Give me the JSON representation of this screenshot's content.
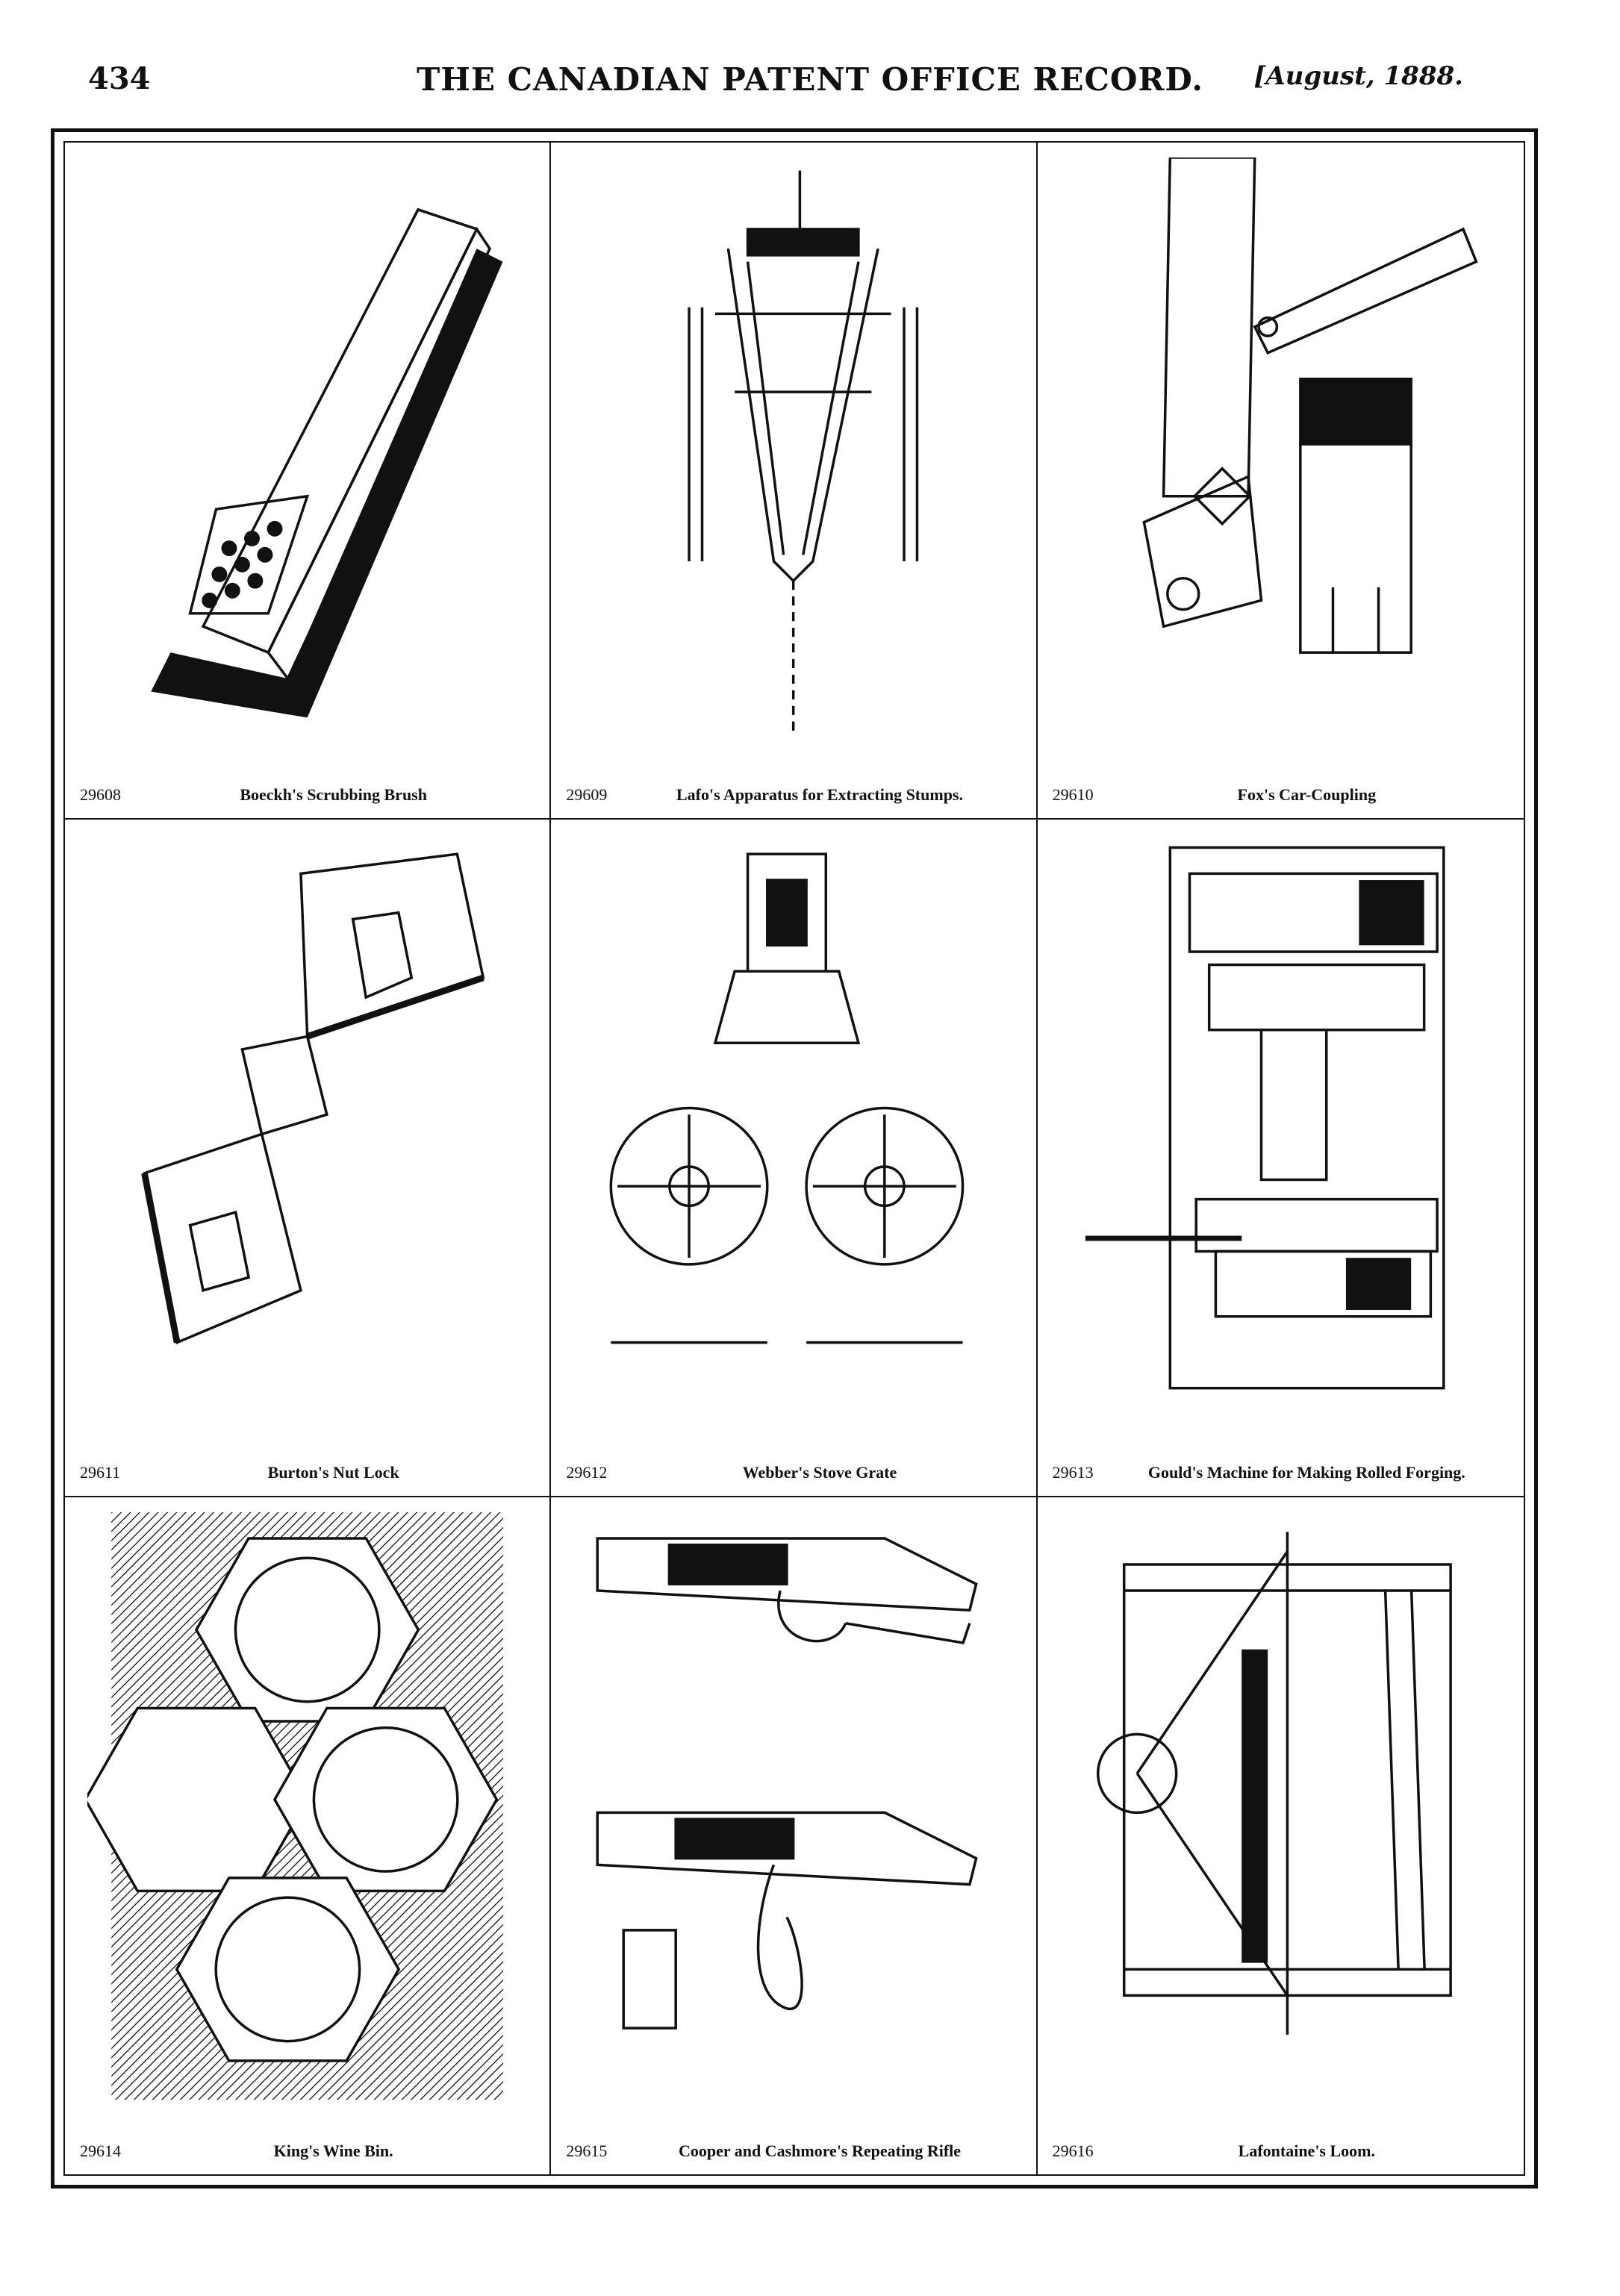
{
  "header": {
    "page_number": "434",
    "title": "THE CANADIAN PATENT OFFICE RECORD.",
    "date": "[August, 1888."
  },
  "plates": [
    {
      "number": "29608",
      "caption": "Boeckh's Scrubbing Brush"
    },
    {
      "number": "29609",
      "caption": "Lafo's Apparatus for Extracting Stumps."
    },
    {
      "number": "29610",
      "caption": "Fox's Car-Coupling"
    },
    {
      "number": "29611",
      "caption": "Burton's Nut Lock"
    },
    {
      "number": "29612",
      "caption": "Webber's Stove Grate"
    },
    {
      "number": "29613",
      "caption": "Gould's Machine for Making Rolled Forging."
    },
    {
      "number": "29614",
      "caption": "King's Wine Bin."
    },
    {
      "number": "29615",
      "caption": "Cooper and Cashmore's Repeating Rifle"
    },
    {
      "number": "29616",
      "caption": "Lafontaine's Loom."
    }
  ]
}
